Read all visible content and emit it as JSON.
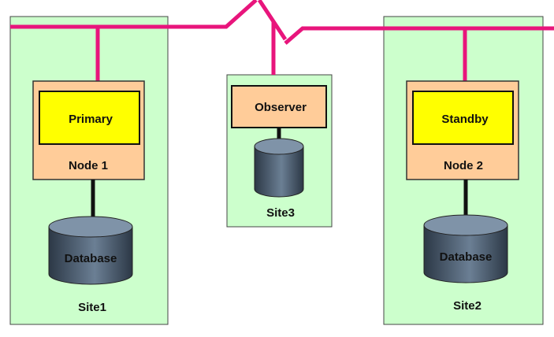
{
  "sites": [
    {
      "label": "Site1",
      "node": {
        "label": "Node 1",
        "role": "Primary"
      },
      "database": "Database"
    },
    {
      "label": "Site3",
      "observer": "Observer"
    },
    {
      "label": "Site2",
      "node": {
        "label": "Node 2",
        "role": "Standby"
      },
      "database": "Database"
    }
  ],
  "colors": {
    "site_bg": "#ccffcc",
    "node_bg": "#ffcc99",
    "role_bg": "#ffff00",
    "network": "#e8157c",
    "database": "#4a5a6c"
  }
}
